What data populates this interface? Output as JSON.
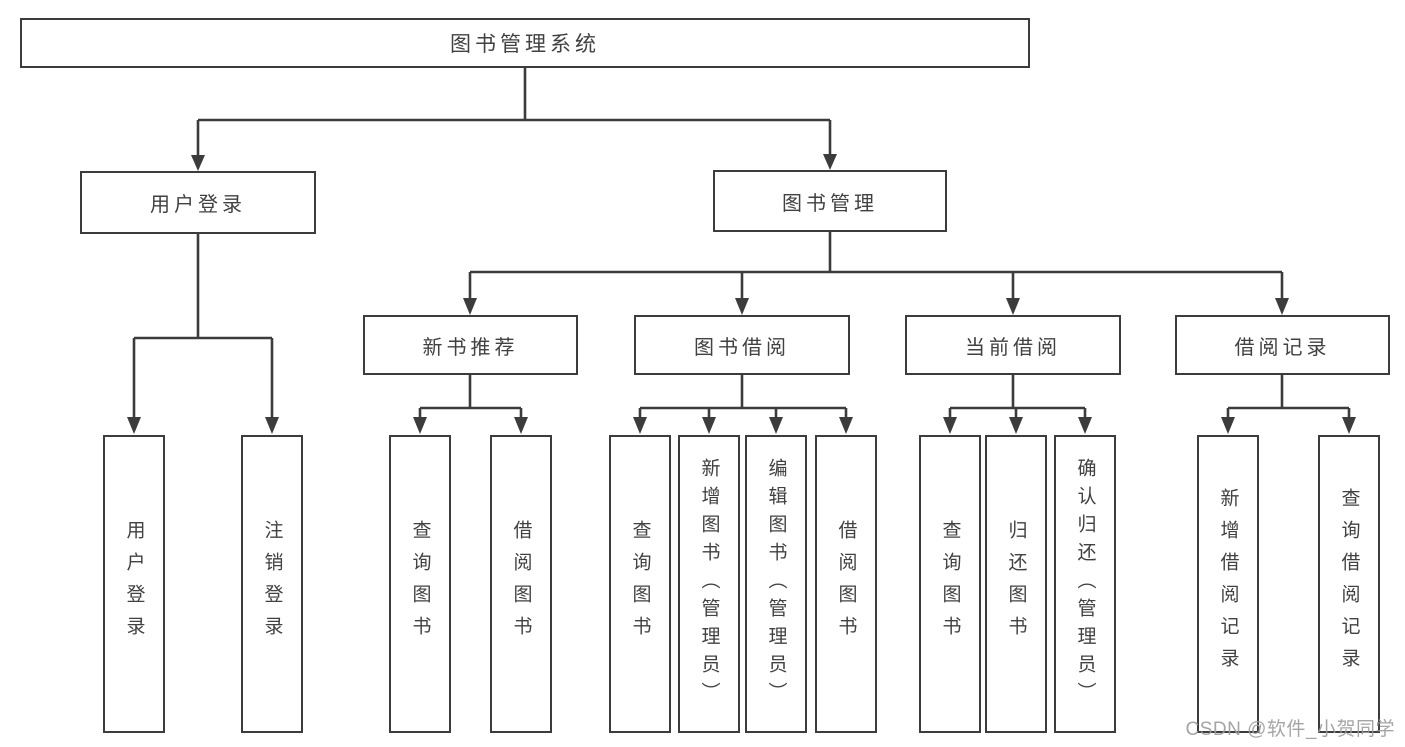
{
  "colors": {
    "line": "#3c3c3c",
    "text": "#414141",
    "bg": "#ffffff",
    "box_fill": "#ffffff",
    "watermark": "#9c9c9c"
  },
  "watermark": {
    "text": "CSDN @软件_小贺同学"
  },
  "tree": {
    "label": "图书管理系统",
    "children": [
      {
        "label": "用户登录",
        "children": [
          {
            "label": "用户登录"
          },
          {
            "label": "注销登录"
          }
        ]
      },
      {
        "label": "图书管理",
        "children": [
          {
            "label": "新书推荐",
            "children": [
              {
                "label": "查询图书"
              },
              {
                "label": "借阅图书"
              }
            ]
          },
          {
            "label": "图书借阅",
            "children": [
              {
                "label": "查询图书"
              },
              {
                "label": "新增图书（管理员）"
              },
              {
                "label": "编辑图书（管理员）"
              },
              {
                "label": "借阅图书"
              }
            ]
          },
          {
            "label": "当前借阅",
            "children": [
              {
                "label": "查询图书"
              },
              {
                "label": "归还图书"
              },
              {
                "label": "确认归还（管理员）"
              }
            ]
          },
          {
            "label": "借阅记录",
            "children": [
              {
                "label": "新增借阅记录"
              },
              {
                "label": "查询借阅记录"
              }
            ]
          }
        ]
      }
    ]
  }
}
